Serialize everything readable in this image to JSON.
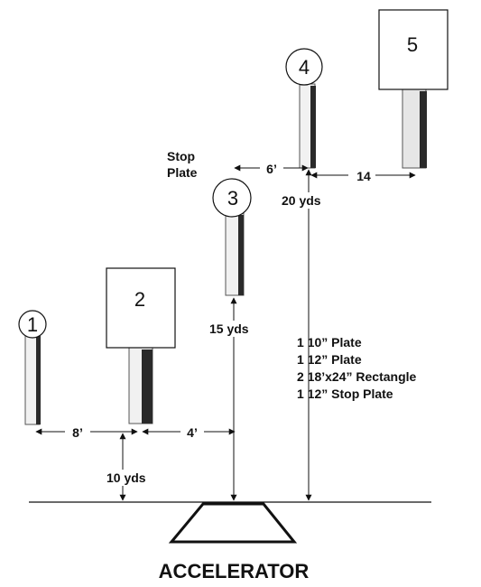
{
  "title": "ACCELERATOR",
  "targets": [
    {
      "number": "1",
      "shape": "round-plate"
    },
    {
      "number": "2",
      "shape": "rectangle"
    },
    {
      "number": "3",
      "shape": "round-plate"
    },
    {
      "number": "4",
      "shape": "round-plate"
    },
    {
      "number": "5",
      "shape": "rectangle"
    }
  ],
  "stop_plate_label": [
    "Stop",
    "Plate"
  ],
  "dimensions": {
    "gap_1_2": "8’",
    "gap_2_3": "4’",
    "gap_3_4": "6’",
    "gap_4_5": "14",
    "range_near": "10 yds",
    "range_mid": "15 yds",
    "range_far": "20 yds"
  },
  "legend": [
    "1 10” Plate",
    "1 12” Plate",
    "2 18’x24” Rectangle",
    "1 12” Stop Plate"
  ],
  "colors": {
    "line": "#111111",
    "post_fill": "#f1f1f1",
    "post_shadow": "#2a2a2a"
  }
}
